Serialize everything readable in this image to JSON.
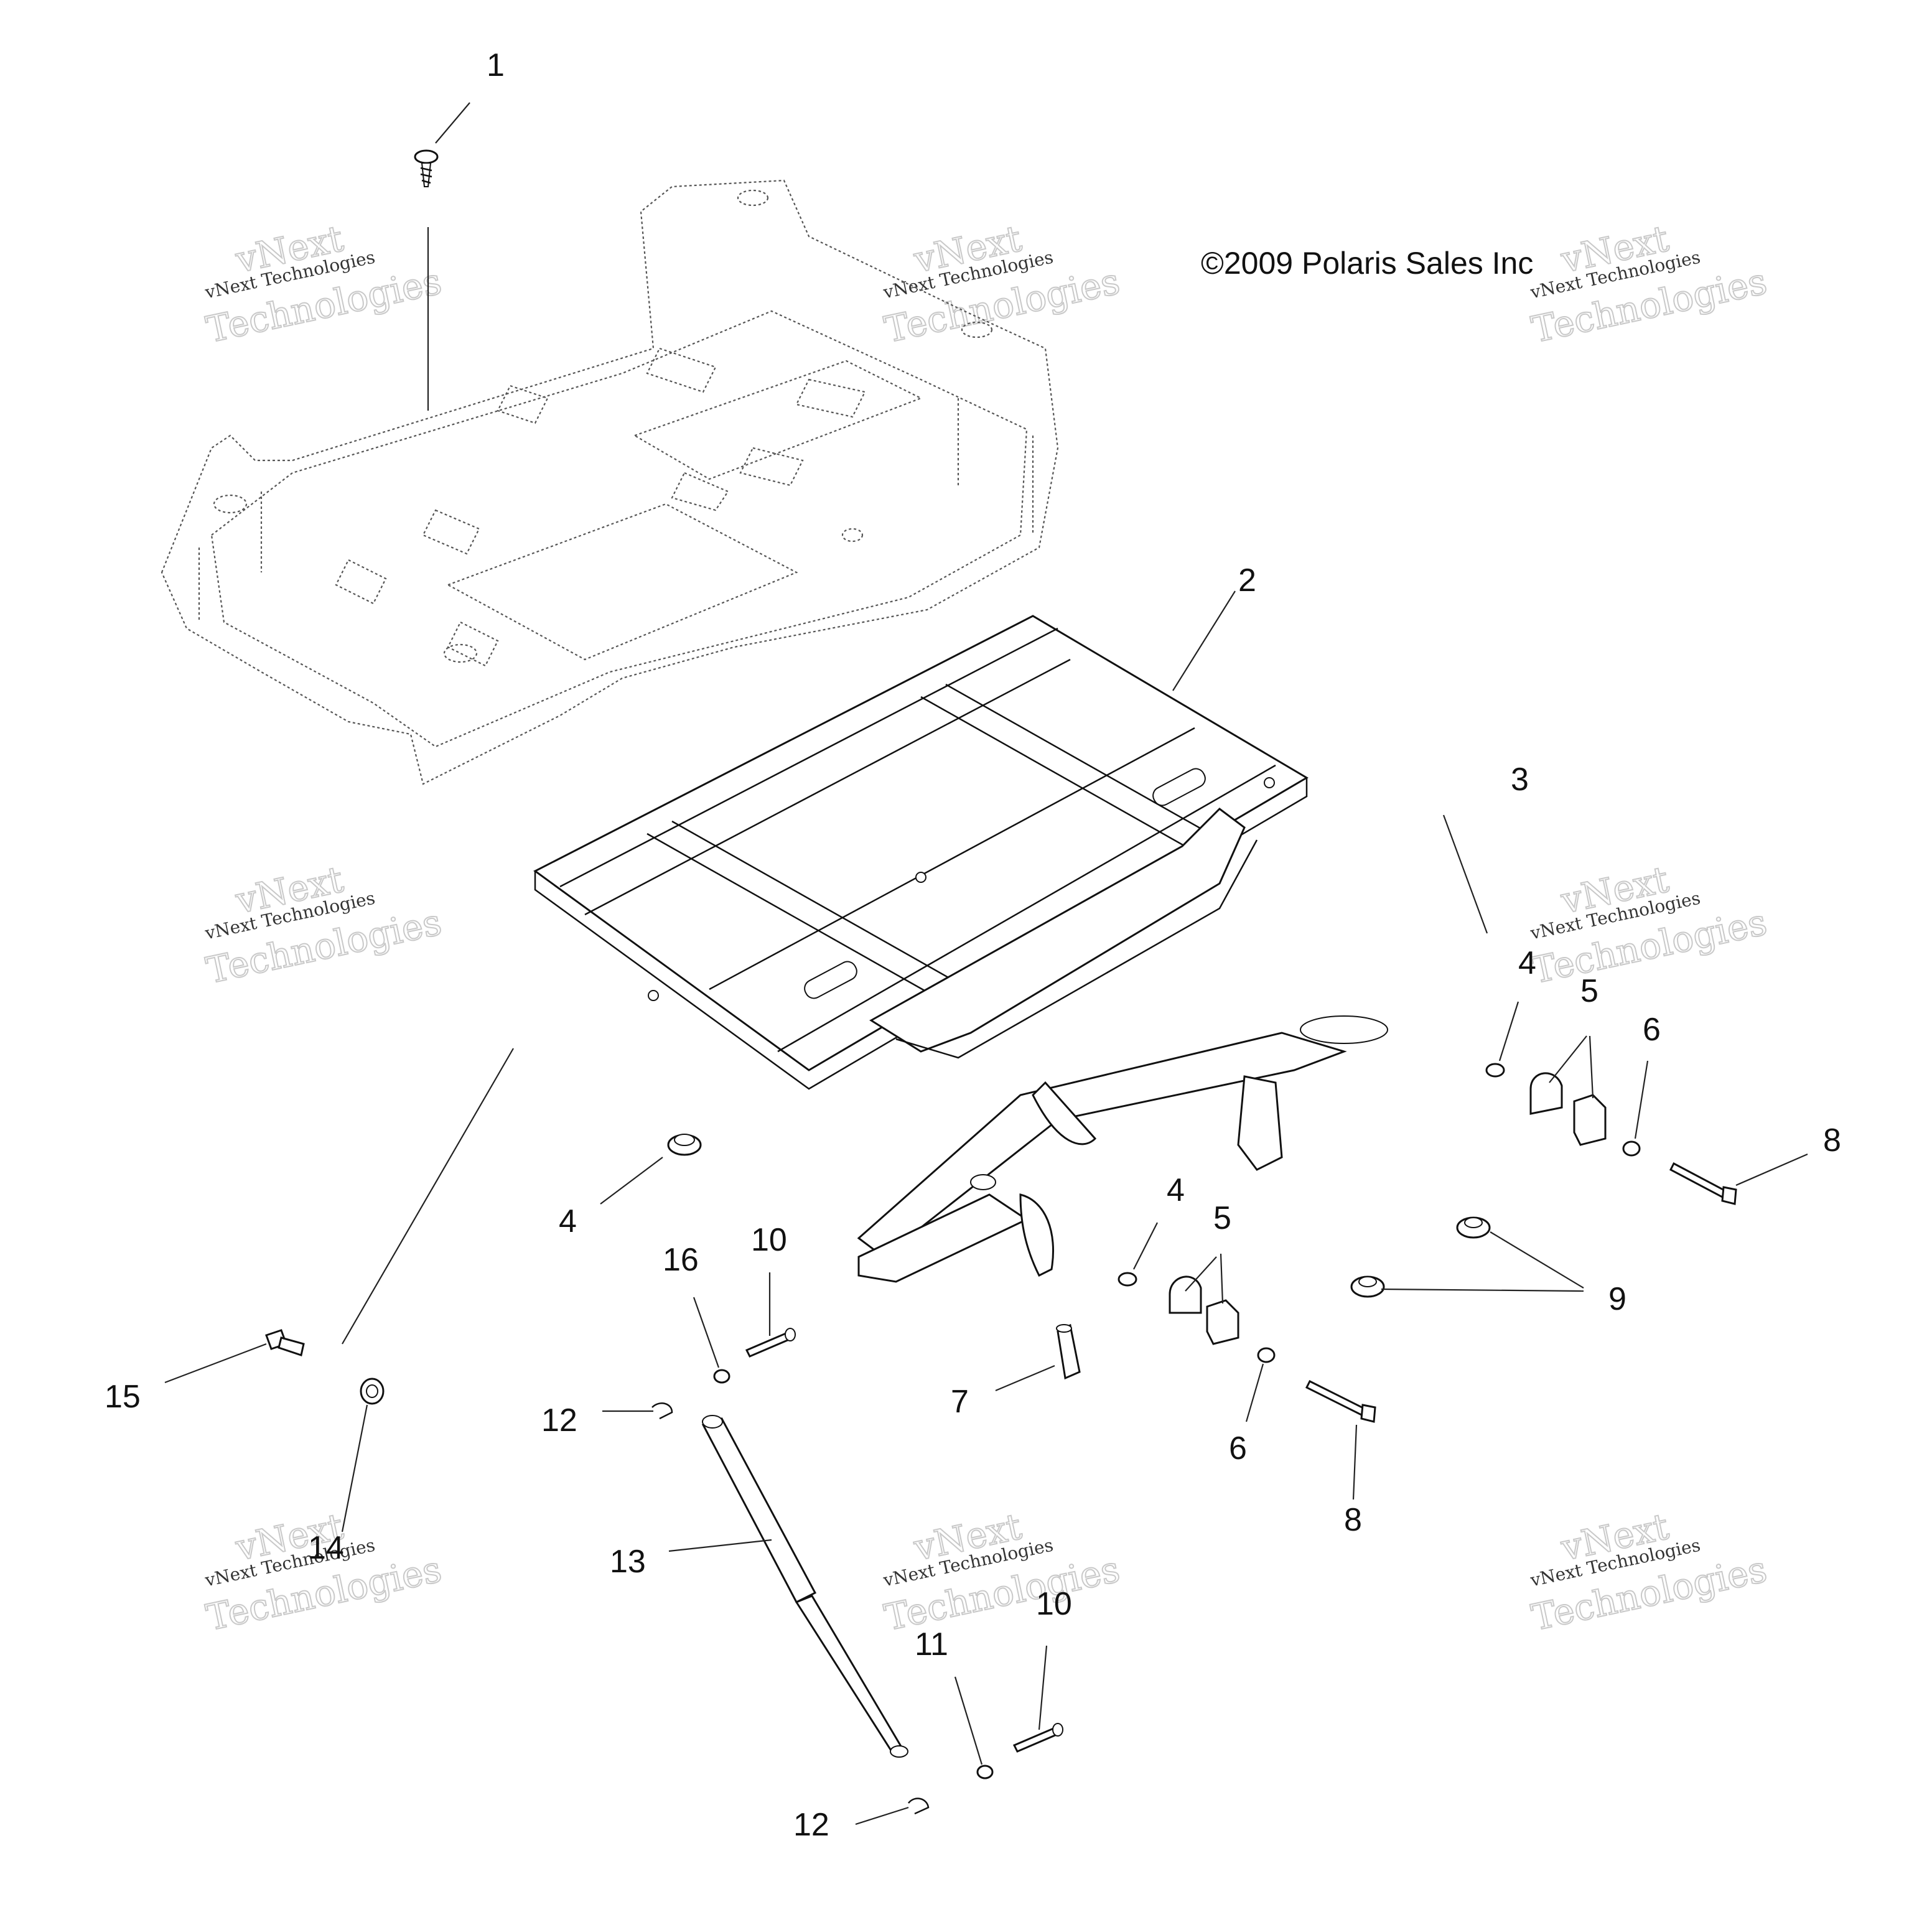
{
  "copyright": "©2009 Polaris Sales Inc",
  "watermark": {
    "line1": "vNext",
    "line2": "vNext Technologies",
    "line3": "Technologies"
  },
  "callouts": {
    "c1": "1",
    "c2": "2",
    "c3": "3",
    "c4a": "4",
    "c4b": "4",
    "c4c": "4",
    "c5a": "5",
    "c5b": "5",
    "c6a": "6",
    "c6b": "6",
    "c7": "7",
    "c8a": "8",
    "c8b": "8",
    "c9": "9",
    "c10a": "10",
    "c10b": "10",
    "c11": "11",
    "c12a": "12",
    "c12b": "12",
    "c13": "13",
    "c14": "14",
    "c15": "15",
    "c16": "16"
  }
}
